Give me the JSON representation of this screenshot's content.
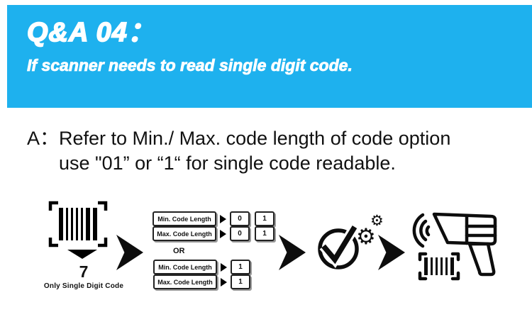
{
  "colors": {
    "band_bg": "#1eb1ee",
    "ink": "#111111",
    "text_on_band": "#ffffff"
  },
  "header": {
    "title": "Q&A 04：",
    "subtitle": "If scanner needs to read single digit code."
  },
  "answer": {
    "prefix": "A：",
    "line1": "Refer to Min./ Max. code length of code option",
    "line2": "use \"01” or “1“ for single code readable."
  },
  "diagram": {
    "source": {
      "digit": "7",
      "caption": "Only Single Digit Code"
    },
    "or_label": "OR",
    "option1": {
      "rows": [
        {
          "label": "Min. Code Length",
          "values": [
            "0",
            "1"
          ]
        },
        {
          "label": "Max. Code Length",
          "values": [
            "0",
            "1"
          ]
        }
      ]
    },
    "option2": {
      "rows": [
        {
          "label": "Min. Code Length",
          "values": [
            "1"
          ]
        },
        {
          "label": "Max. Code Length",
          "values": [
            "1"
          ]
        }
      ]
    },
    "icons": {
      "gear_large": "⚙",
      "gear_small": "⚙"
    }
  }
}
